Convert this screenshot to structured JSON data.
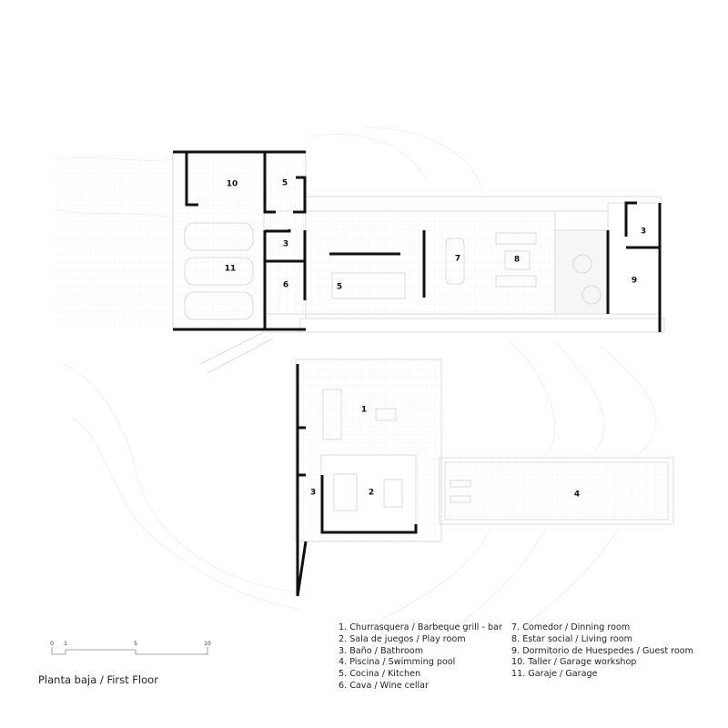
{
  "plan": {
    "title": "Planta baja / First Floor",
    "room_labels": {
      "workshop": "10",
      "kitchen_small": "5",
      "bath_left": "3",
      "garage": "11",
      "cellar": "6",
      "kitchen": "5",
      "dining": "7",
      "living": "8",
      "bath_right": "3",
      "guest": "9",
      "bbq": "1",
      "play": "2",
      "bath_lower": "3",
      "pool": "4"
    },
    "scale": {
      "ticks": [
        "0",
        "1",
        "5",
        "10"
      ]
    },
    "legend": {
      "col1": [
        "1. Churrasquera / Barbeque grill - bar",
        "2. Sala de juegos / Play room",
        "3. Baño / Bathroom",
        "4. Piscina / Swimming pool",
        "5. Cocina / Kitchen",
        "6. Cava / Wine cellar"
      ],
      "col2": [
        "7. Comedor / Dinning room",
        "8. Estar social / Living room",
        "9. Dormitorio de Huespedes / Guest room",
        "10. Taller / Garage workshop",
        "11. Garaje / Garage"
      ]
    },
    "colors": {
      "wall": "#111111",
      "line": "#d6d6d6",
      "grid": "#eeeeee"
    }
  }
}
